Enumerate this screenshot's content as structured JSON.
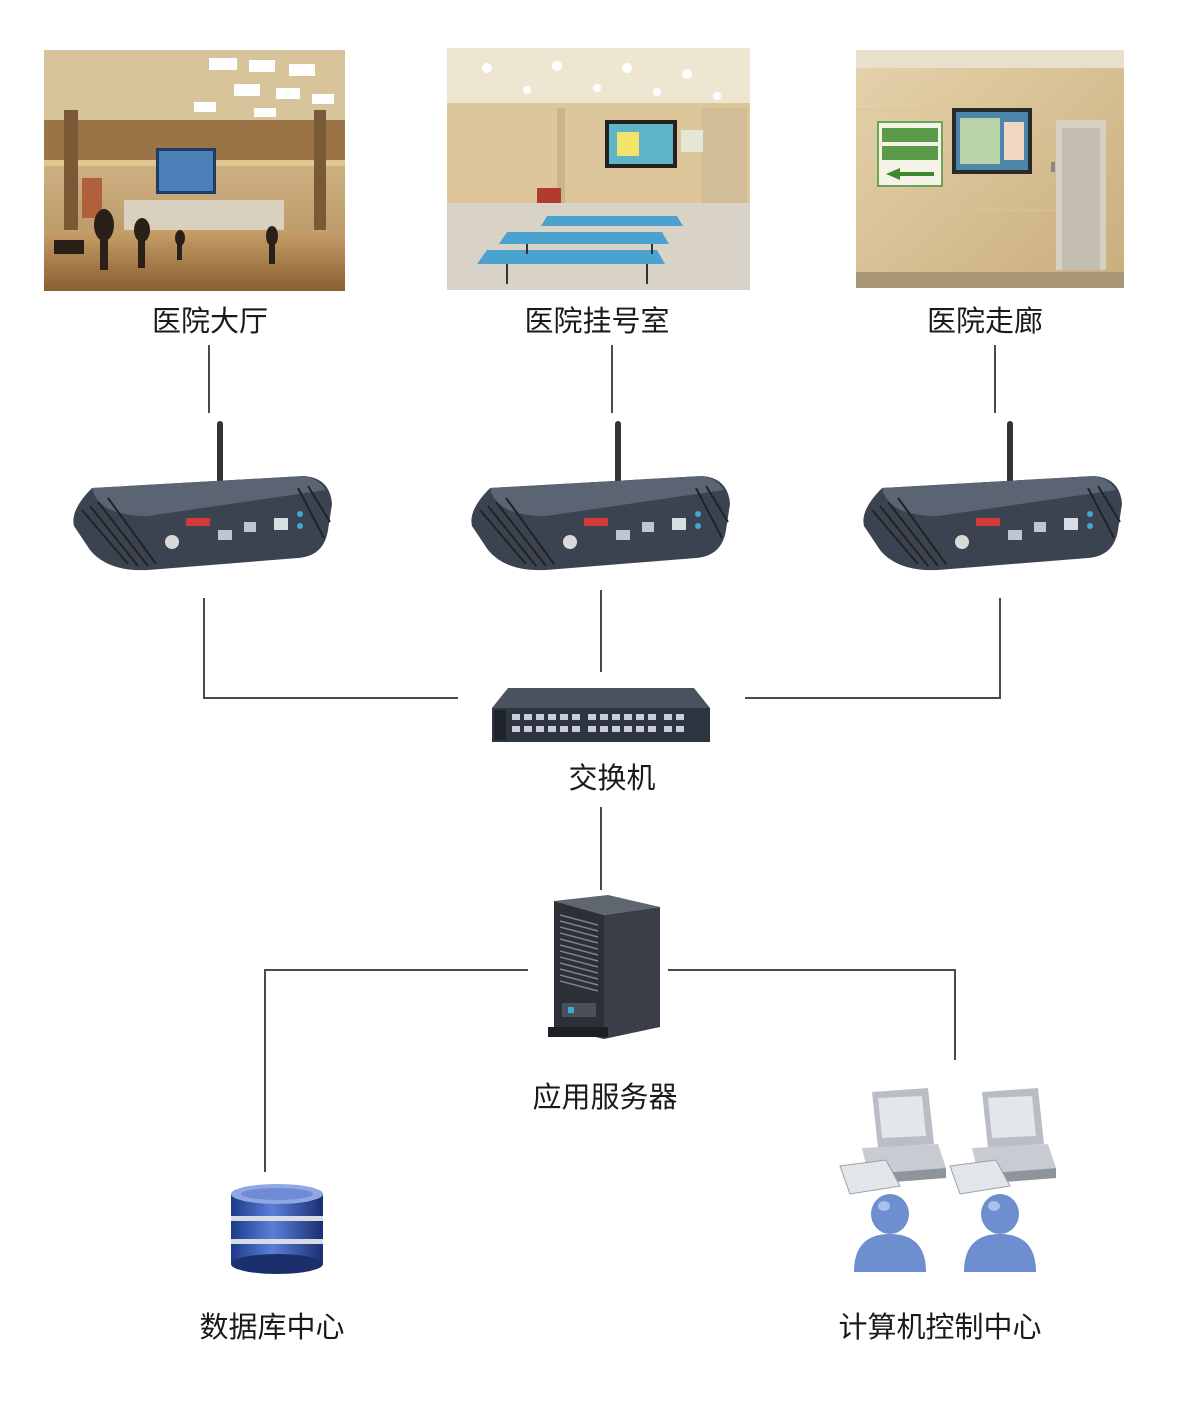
{
  "locations": [
    {
      "id": "hall",
      "label": "医院大厅"
    },
    {
      "id": "registration",
      "label": "医院挂号室"
    },
    {
      "id": "corridor",
      "label": "医院走廊"
    }
  ],
  "switch": {
    "label": "交换机"
  },
  "server": {
    "label": "应用服务器"
  },
  "database": {
    "label": "数据库中心"
  },
  "control": {
    "label": "计算机控制中心"
  },
  "colors": {
    "line": "#4a4a4a",
    "player_body": "#3b4350",
    "server_body": "#2b2f36",
    "db_blue": "#2f4fa8",
    "user_blue": "#6d8fd0"
  }
}
